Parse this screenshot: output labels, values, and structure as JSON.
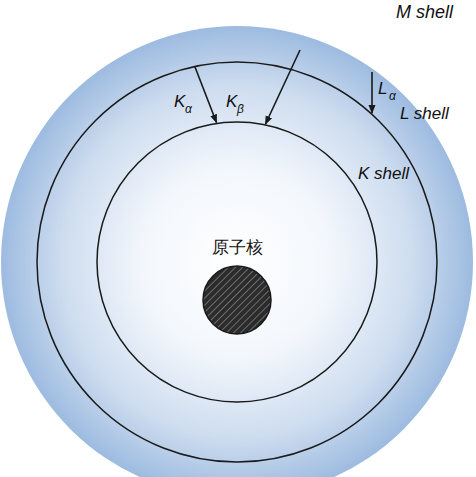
{
  "diagram": {
    "labels": [
      "M shell",
      "L",
      "α",
      "L shell",
      "K",
      "α",
      "K",
      "β",
      "K shell",
      "原子核"
    ]
  }
}
